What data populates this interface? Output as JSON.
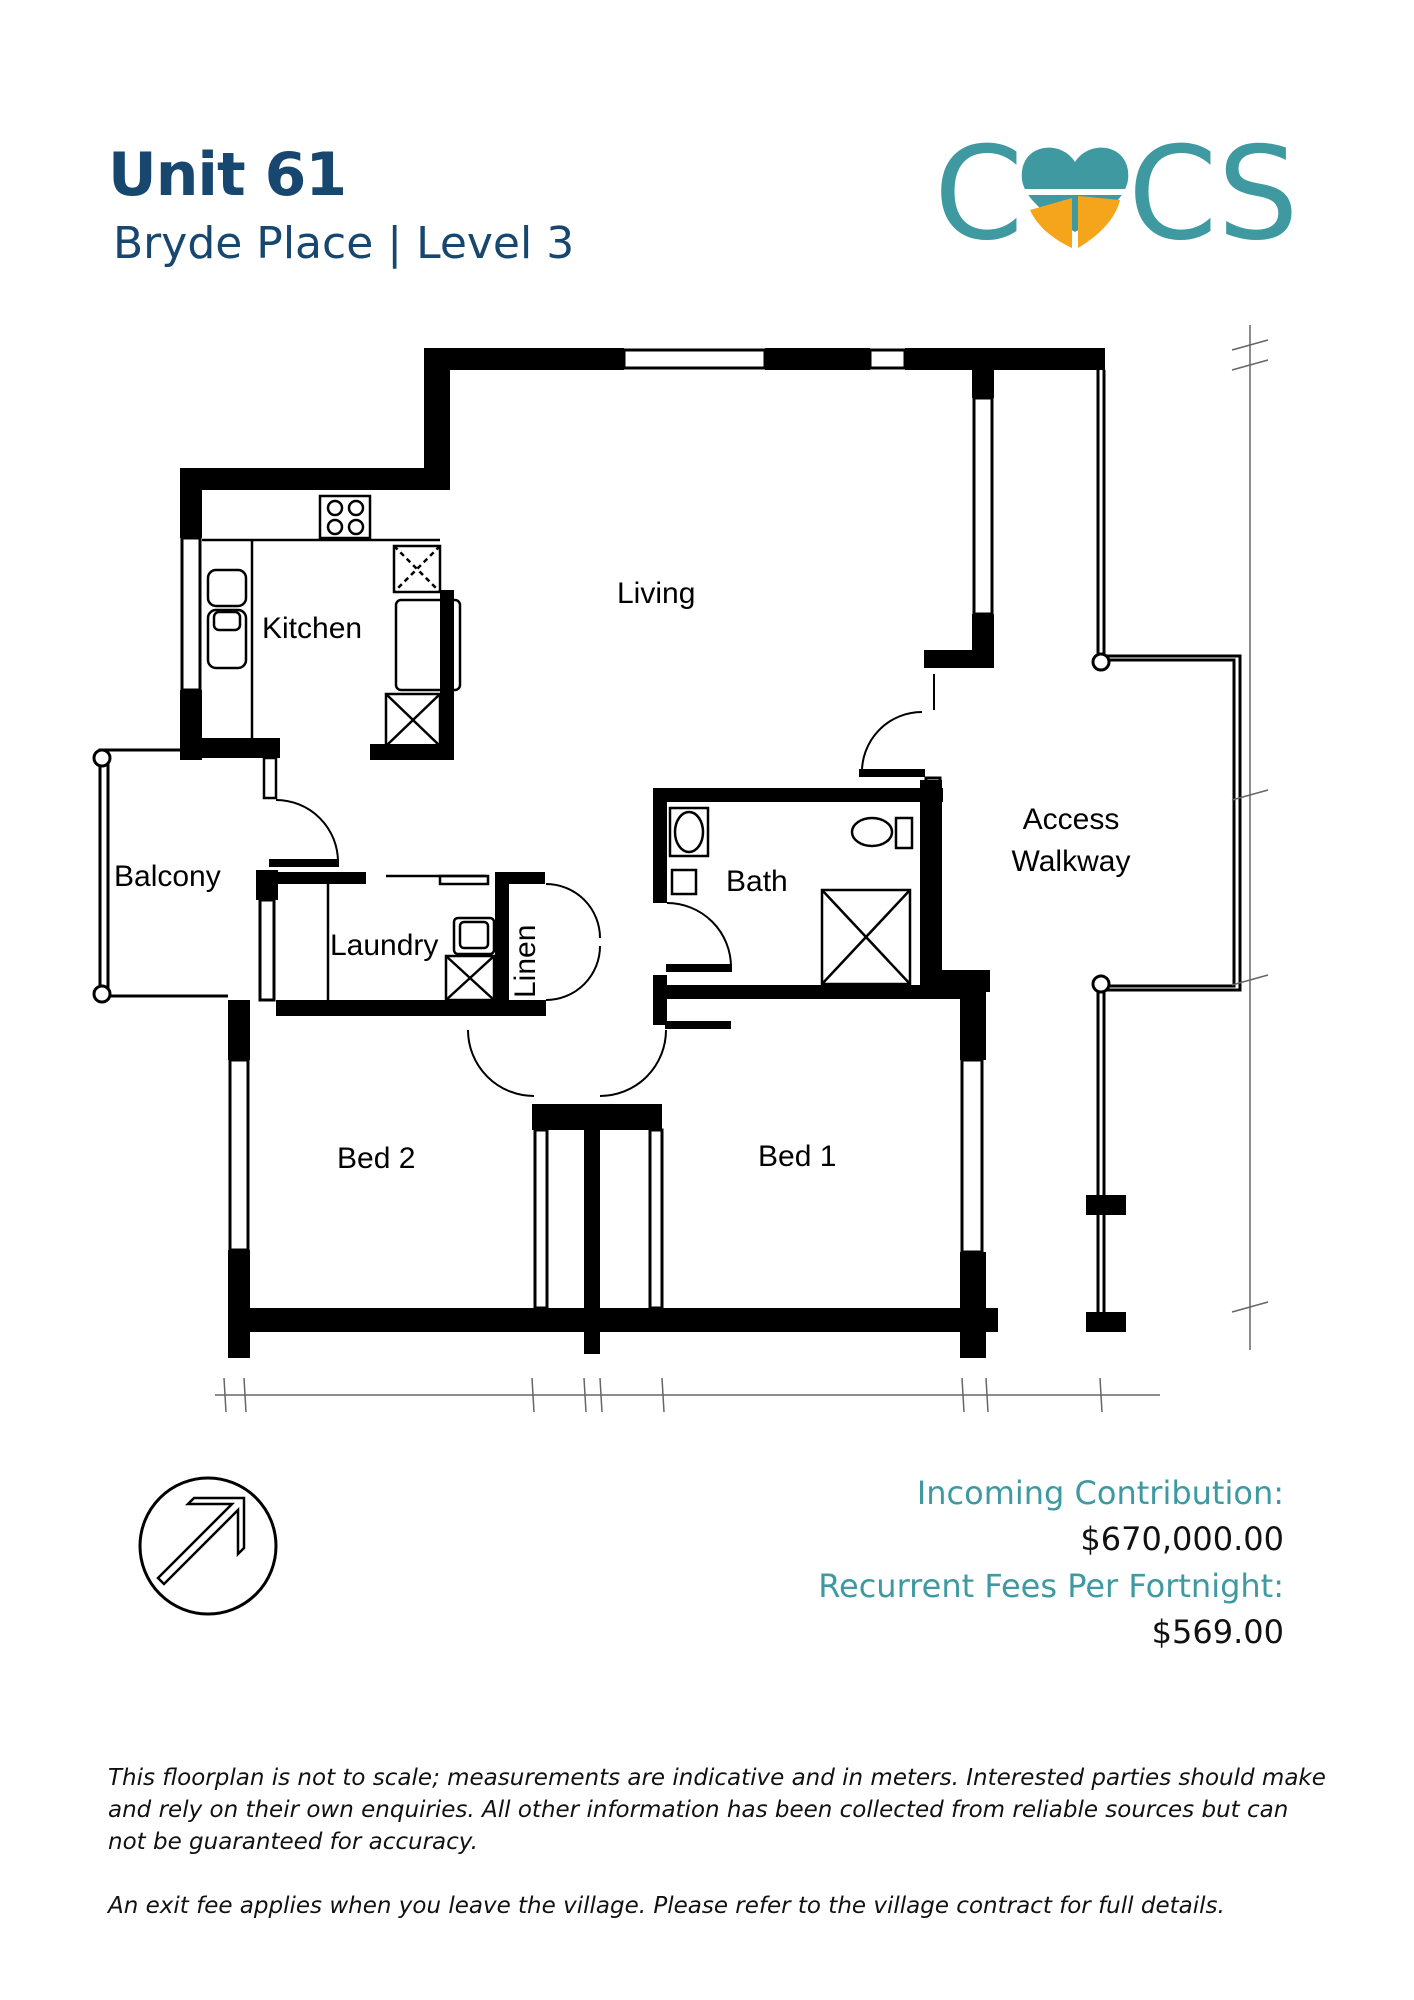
{
  "header": {
    "title": "Unit 61",
    "subtitle": "Bryde Place | Level 3"
  },
  "logo": {
    "left_letter": "C",
    "right_letters": "CS",
    "mark_colors": {
      "teal": "#3e9aa0",
      "orange": "#f4a51c"
    },
    "brand_color": "#3e9aa0"
  },
  "rooms": {
    "living": "Living",
    "kitchen": "Kitchen",
    "balcony": "Balcony",
    "laundry": "Laundry",
    "linen": "Linen",
    "bath": "Bath",
    "access_walkway_line1": "Access",
    "access_walkway_line2": "Walkway",
    "bed2": "Bed 2",
    "bed1": "Bed 1"
  },
  "pricing": {
    "incoming_label": "Incoming Contribution:",
    "incoming_value": "$670,000.00",
    "recurrent_label": "Recurrent Fees Per Fortnight:",
    "recurrent_value": "$569.00"
  },
  "disclaimer": {
    "paragraph1": "This floorplan is not to scale; measurements are indicative and in meters. Interested parties should make and rely on their own enquiries. All other information has been collected from reliable sources but can not be guaranteed for accuracy.",
    "paragraph2": "An exit fee applies when you leave the village. Please refer to the village contract for full details."
  },
  "colors": {
    "title": "#17466e",
    "accent": "#3e9aa0",
    "wall": "#000000"
  },
  "icons": {
    "compass": "north-arrow-icon"
  }
}
